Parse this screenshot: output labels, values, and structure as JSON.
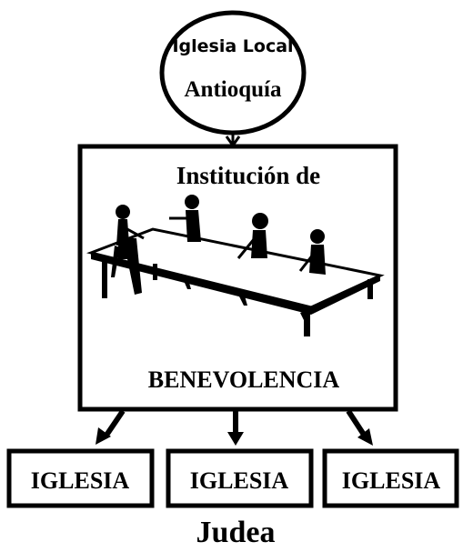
{
  "local_church": {
    "line1": "Iglesia Local",
    "line2": "Antioquía"
  },
  "institution": {
    "title_top": "Institución de",
    "title_bottom": "BENEVOLENCIA"
  },
  "churches": [
    {
      "label": "IGLESIA"
    },
    {
      "label": "IGLESIA"
    },
    {
      "label": "IGLESIA"
    }
  ],
  "region": "Judea",
  "colors": {
    "ink": "#000000",
    "paper": "#ffffff"
  },
  "icons": {
    "illustration": "committee-table-illustration"
  }
}
